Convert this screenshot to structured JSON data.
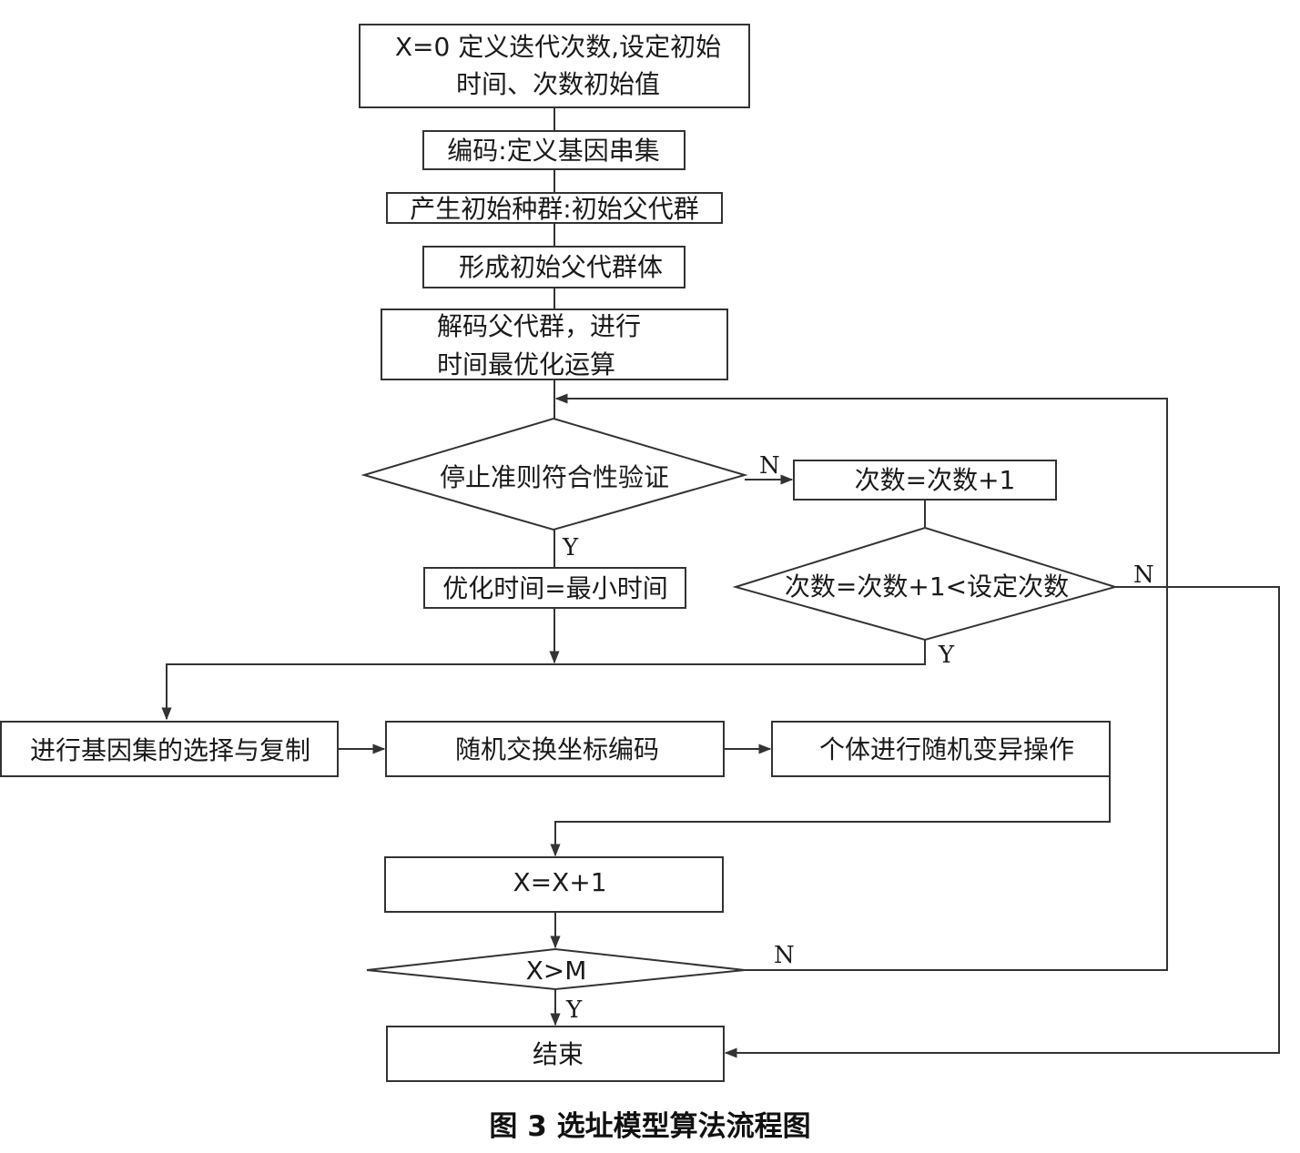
{
  "nodes": {
    "init": [
      "X=0 定义迭代次数,设定初始",
      "时间、次数初始值"
    ],
    "encode": [
      "编码:定义基因串集"
    ],
    "gen_pop": [
      "产生初始种群:初始父代群"
    ],
    "form_pop": [
      "形成初始父代群体"
    ],
    "decode": [
      "解码父代群，进行",
      "时间最优化运算"
    ],
    "stop_check": [
      "停止准则符合性验证"
    ],
    "count_inc": [
      "次数=次数+1"
    ],
    "count_check": [
      "次数=次数+1<设定次数"
    ],
    "opt_time": [
      "优化时间=最小时间"
    ],
    "select": [
      "进行基因集的选择与复制"
    ],
    "crossover": [
      "随机交换坐标编码"
    ],
    "mutate": [
      "个体进行随机变异操作"
    ],
    "x_inc": [
      "X=X+1"
    ],
    "x_check": [
      "X>M"
    ],
    "end": [
      "结束"
    ]
  },
  "branch_labels": {
    "stop_no": "N",
    "stop_yes": "Y",
    "count_no": "N",
    "count_yes": "Y",
    "x_no": "N",
    "x_yes": "Y"
  },
  "caption": "图 3  选址模型算法流程图"
}
